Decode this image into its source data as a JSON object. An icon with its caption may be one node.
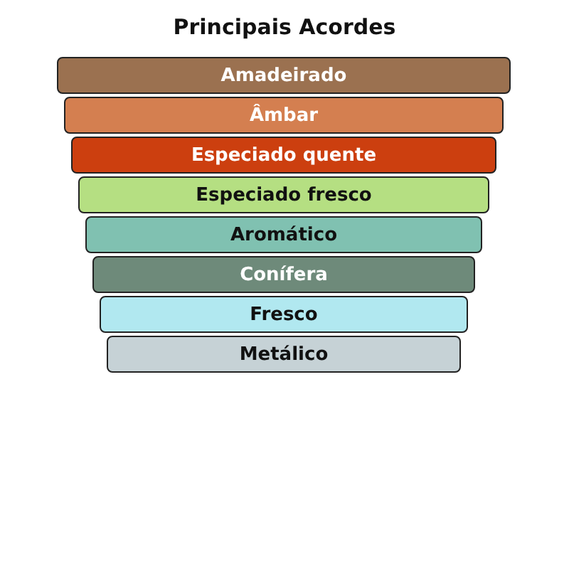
{
  "diagram": {
    "title": "Principais Acordes",
    "nodes": [
      {
        "text": [
          "Amadeirado"
        ]
      },
      {
        "text": [
          "Âmbar"
        ]
      },
      {
        "text": [
          "Especiado quente"
        ]
      },
      {
        "text": [
          "Especiado fresco"
        ]
      },
      {
        "text": [
          "Aromático"
        ]
      },
      {
        "text": [
          "Conífera"
        ]
      },
      {
        "text": [
          "Fresco"
        ]
      },
      {
        "text": [
          "Metálico"
        ]
      }
    ]
  }
}
